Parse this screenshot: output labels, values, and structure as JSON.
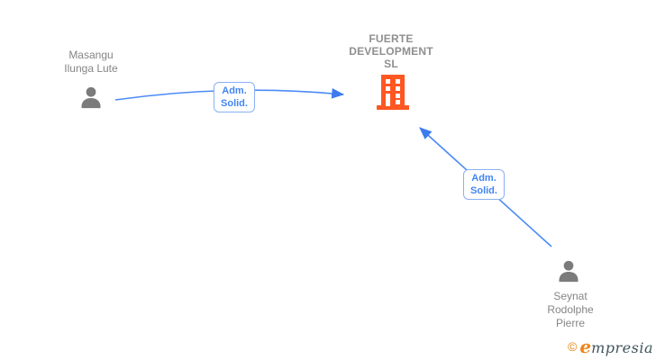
{
  "diagram": {
    "nodes": {
      "person1": {
        "icon": "person-icon",
        "label_lines": [
          "Masangu",
          "Ilunga Lute"
        ]
      },
      "company": {
        "icon": "building-icon",
        "label_lines": [
          "FUERTE",
          "DEVELOPMENT",
          "SL"
        ]
      },
      "person2": {
        "icon": "person-icon",
        "label_lines": [
          "Seynat",
          "Rodolphe",
          "Pierre"
        ]
      }
    },
    "edges": {
      "edge1": {
        "from": "Masangu Ilunga Lute",
        "to": "FUERTE DEVELOPMENT SL",
        "label_lines": [
          "Adm.",
          "Solid."
        ]
      },
      "edge2": {
        "from": "Seynat Rodolphe Pierre",
        "to": "FUERTE DEVELOPMENT SL",
        "label_lines": [
          "Adm.",
          "Solid."
        ]
      }
    }
  },
  "watermark": {
    "copyright_symbol": "©",
    "brand_initial": "e",
    "brand_rest": "mpresia"
  },
  "colors": {
    "background": "#ffffff",
    "edge_blue": "#4c8bf5",
    "edge_label_text": "#4285f4",
    "edge_label_border": "#8ab0f5",
    "node_text_gray": "#858585",
    "company_text_gray": "#8f8f8f",
    "person_icon_gray": "#7b7b7b",
    "building_orange": "#ff5722",
    "watermark_orange": "#f08519",
    "watermark_dark": "#3f545c"
  }
}
